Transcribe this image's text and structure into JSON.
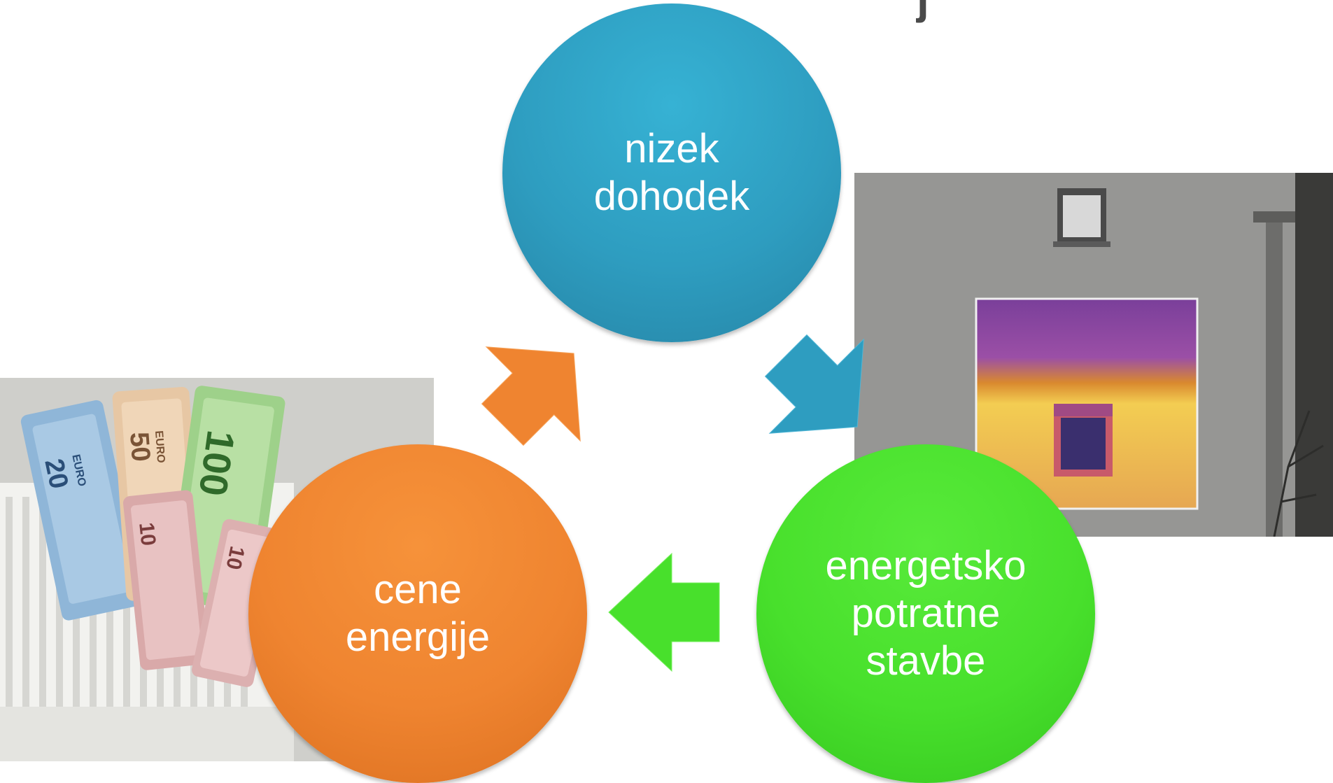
{
  "diagram": {
    "title_fragment": "j",
    "nodes": [
      {
        "id": "income",
        "label": "nizek\ndohodek",
        "color": "#2e9dc0"
      },
      {
        "id": "price",
        "label": "cene\nenergije",
        "color": "#ef8430"
      },
      {
        "id": "building",
        "label": "energetsko\npotratne\nstavbe",
        "color": "#48e02c"
      }
    ],
    "arrows": [
      {
        "from": "price",
        "to": "income",
        "color": "#ef8430"
      },
      {
        "from": "income",
        "to": "building",
        "color": "#2e9dc0"
      },
      {
        "from": "building",
        "to": "price",
        "color": "#48e02c"
      }
    ],
    "images": [
      {
        "name": "money-radiator-photo",
        "banknotes": [
          "20",
          "50",
          "100",
          "10",
          "10"
        ],
        "currency": "EURO"
      },
      {
        "name": "thermal-building-photo"
      }
    ]
  }
}
